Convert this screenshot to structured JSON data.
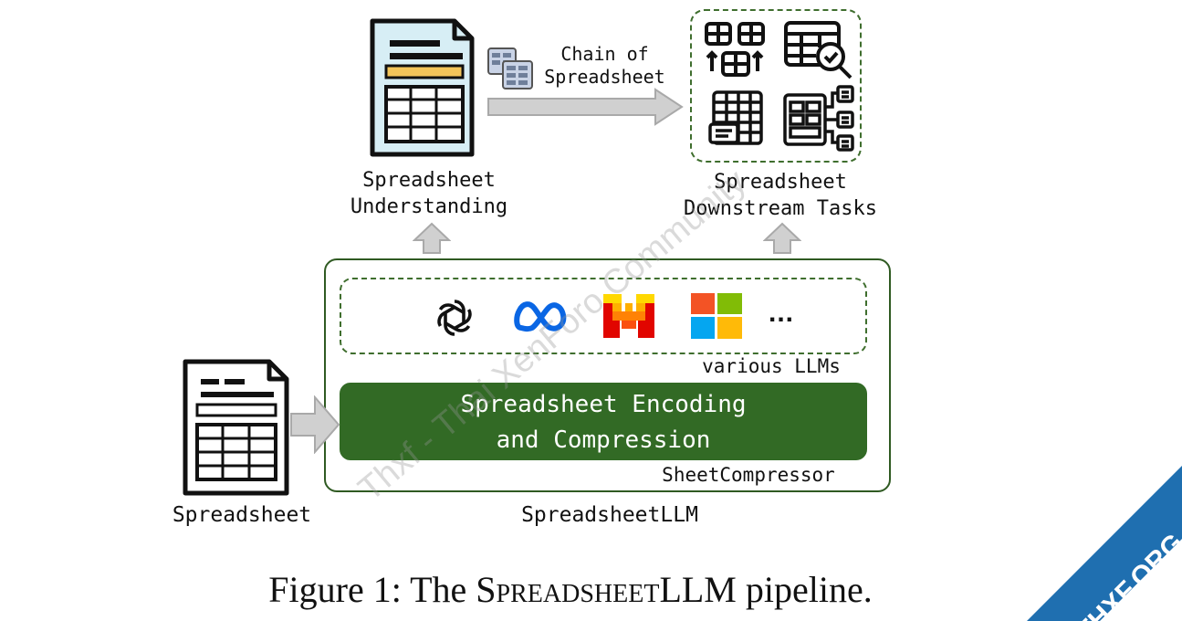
{
  "labels": {
    "understanding": [
      "Spreadsheet",
      "Understanding"
    ],
    "chain": [
      "Chain of",
      "Spreadsheet"
    ],
    "downstream": [
      "Spreadsheet",
      "Downstream Tasks"
    ],
    "various_llms": "various LLMs",
    "encoding": [
      "Spreadsheet Encoding",
      "and Compression"
    ],
    "sheet_compressor": "SheetCompressor",
    "spreadsheet": "Spreadsheet",
    "spreadsheet_llm": "SpreadsheetLLM",
    "ellipsis": "..."
  },
  "caption": {
    "prefix": "Figure 1: The S",
    "smallcaps": "preadsheet",
    "suffix": "LLM pipeline."
  },
  "watermark": "Thxf - Thai XenForo Community",
  "corner_logo": "THXF.ORG",
  "colors": {
    "green_dark": "#326a25",
    "green_border": "#2f5a22",
    "arrow_gray": "#d0d0d0",
    "doc_blue": "#d7eef5",
    "doc_yellow": "#f3c55a",
    "logo_bg": "#1f6fb0",
    "logo_orange": "#f0972a"
  },
  "icons": [
    "document-icon",
    "spreadsheet-stack-icon",
    "table-merge-icon",
    "table-search-icon",
    "table-report-icon",
    "dashboard-icon",
    "openai-icon",
    "meta-icon",
    "mistral-icon",
    "microsoft-icon"
  ]
}
